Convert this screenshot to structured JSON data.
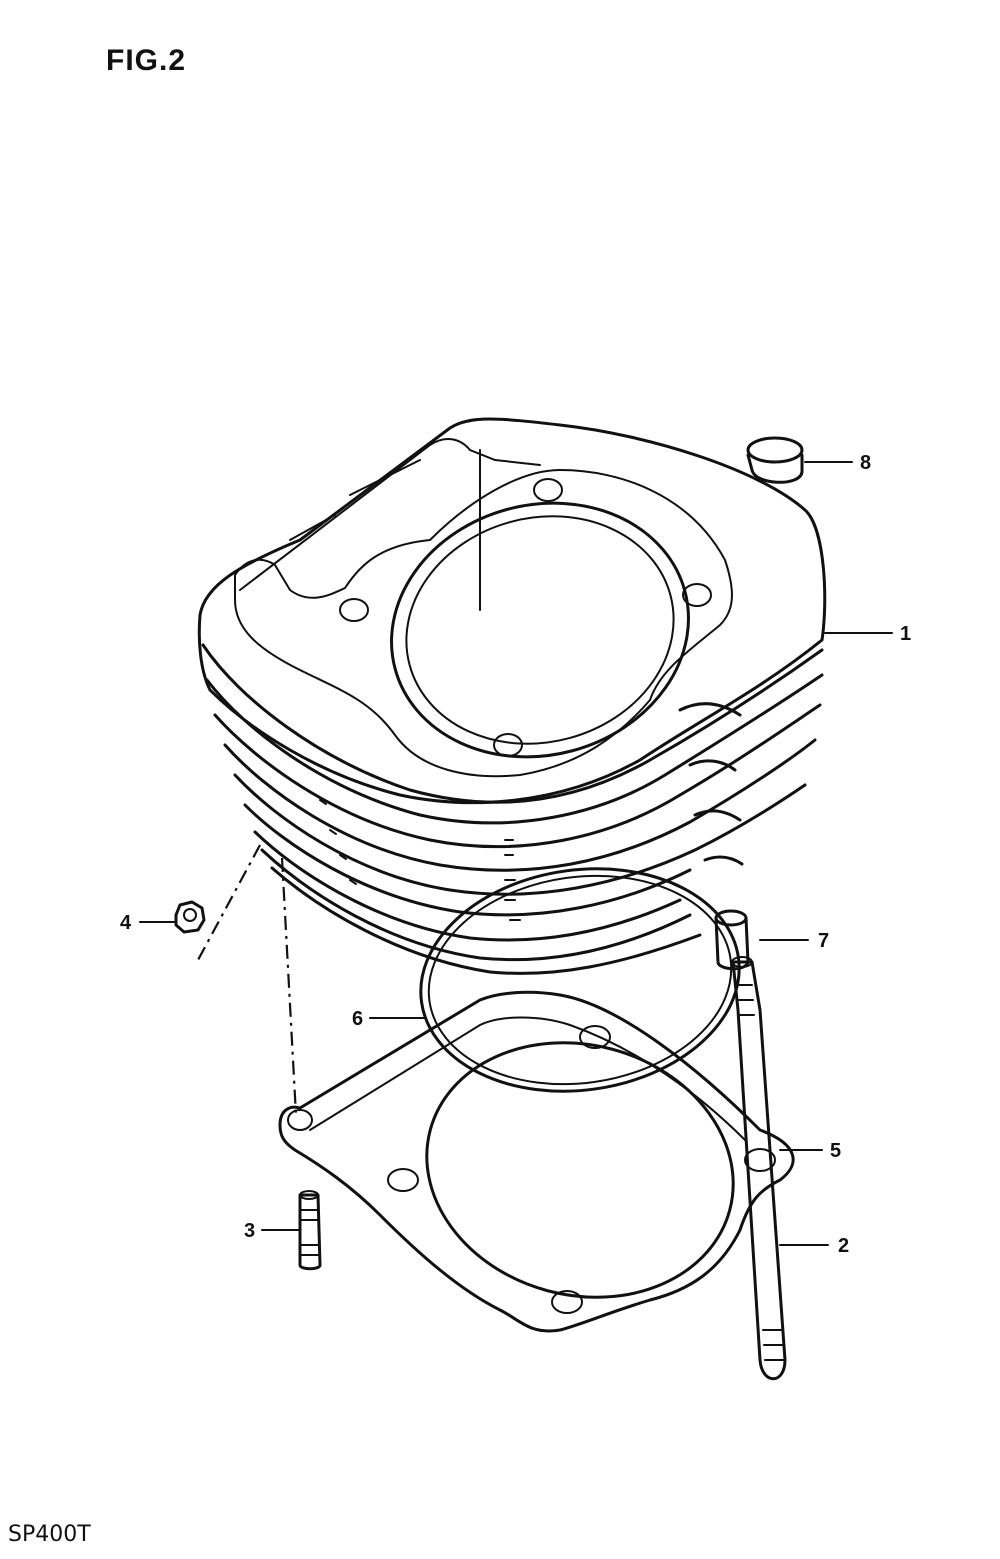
{
  "figure": {
    "title": "FIG.2",
    "model": "SP400T"
  },
  "callouts": [
    {
      "id": "1",
      "label": "1"
    },
    {
      "id": "2",
      "label": "2"
    },
    {
      "id": "3",
      "label": "3"
    },
    {
      "id": "4",
      "label": "4"
    },
    {
      "id": "5",
      "label": "5"
    },
    {
      "id": "6",
      "label": "6"
    },
    {
      "id": "7",
      "label": "7"
    },
    {
      "id": "8",
      "label": "8"
    }
  ]
}
